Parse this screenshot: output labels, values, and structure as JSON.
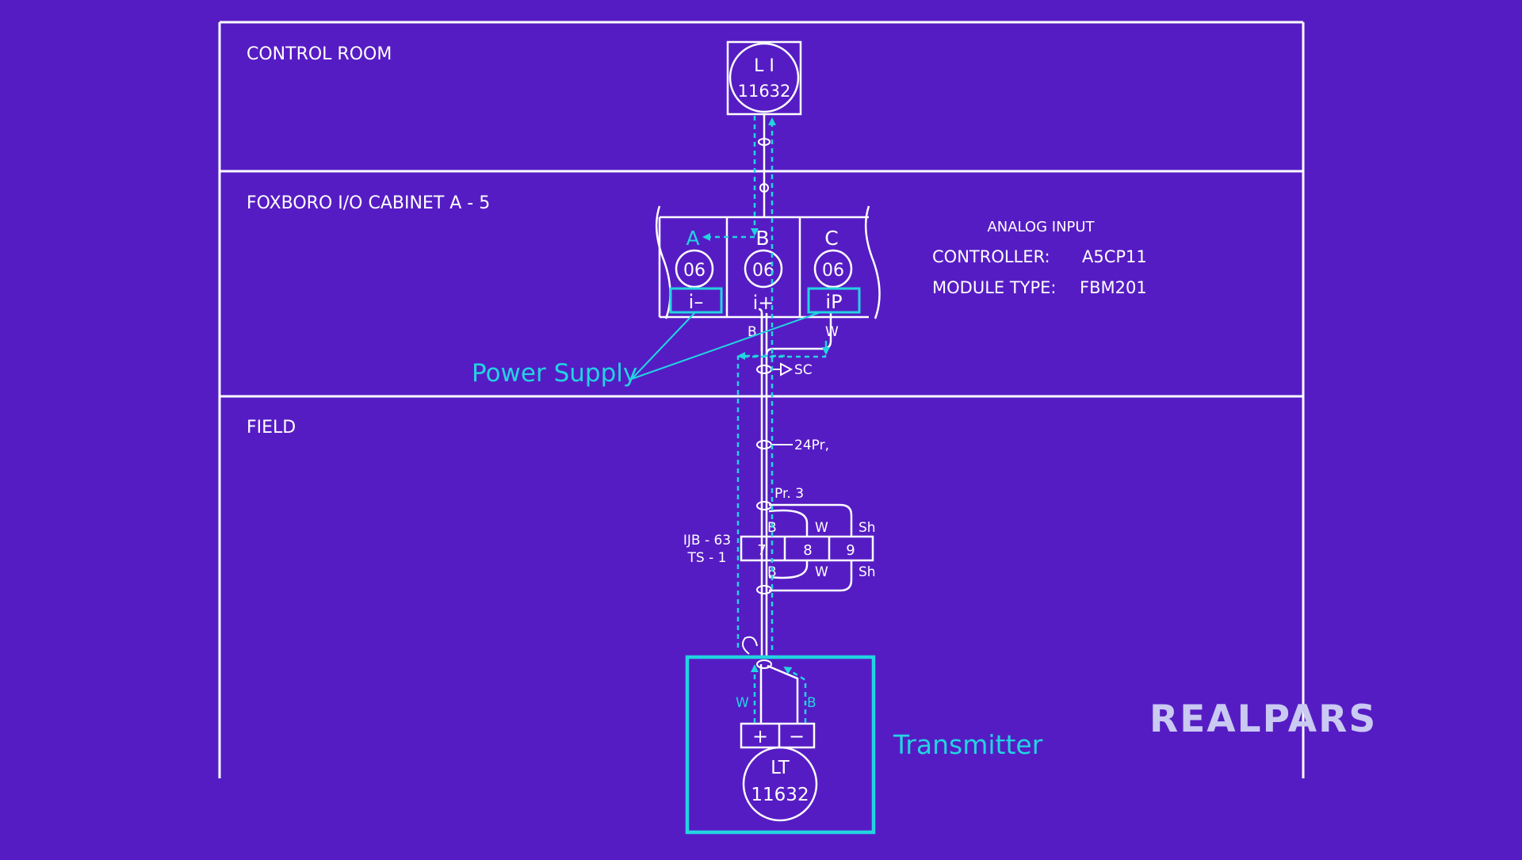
{
  "colors": {
    "background": "#561cc4",
    "line": "#ffffff",
    "accent": "#22d4e0",
    "logo": "#c9c9f2"
  },
  "zones": {
    "control_room": "CONTROL ROOM",
    "cabinet": "FOXBORO I/O CABINET A - 5",
    "field": "FIELD"
  },
  "indicator": {
    "tag": "L I",
    "number": "11632"
  },
  "terminals": [
    {
      "letter": "A",
      "number": "06",
      "label": "i–"
    },
    {
      "letter": "B",
      "number": "06",
      "label": "i+"
    },
    {
      "letter": "C",
      "number": "06",
      "label": "iP"
    }
  ],
  "cabinet_info": {
    "title": "ANALOG INPUT",
    "controller_label": "CONTROLLER:",
    "controller_value": "A5CP11",
    "module_label": "MODULE TYPE:",
    "module_value": "FBM201"
  },
  "wire_labels": {
    "b": "B",
    "w": "W",
    "sc": "SC",
    "pair_count": "24Pr,",
    "pair": "Pr. 3",
    "shield": "Sh"
  },
  "junction_box": {
    "name": "IJB - 63",
    "strip": "TS - 1",
    "terminals": [
      "7",
      "8",
      "9"
    ]
  },
  "transmitter": {
    "tag": "LT",
    "number": "11632",
    "plus": "+",
    "minus": "−"
  },
  "callouts": {
    "power_supply": "Power Supply",
    "transmitter": "Transmitter"
  },
  "logo": "REALPARS"
}
